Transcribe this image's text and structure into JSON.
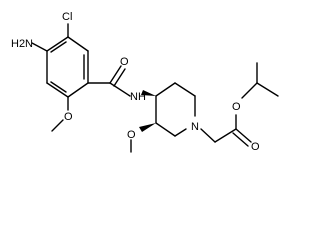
{
  "molecule": {
    "atom_labels": {
      "amine": "H2N",
      "chloro": "Cl",
      "amide_oxygen": "O",
      "amide_nitrogen": "NH",
      "aryl_methoxy_oxygen": "O",
      "piperidine_methoxy_oxygen": "O",
      "ring_nitrogen": "N",
      "ester_carbonyl_oxygen": "O",
      "ester_ether_oxygen": "O"
    }
  },
  "colors": {
    "bond": "#000000",
    "label": "#000000",
    "background": "#ffffff"
  }
}
